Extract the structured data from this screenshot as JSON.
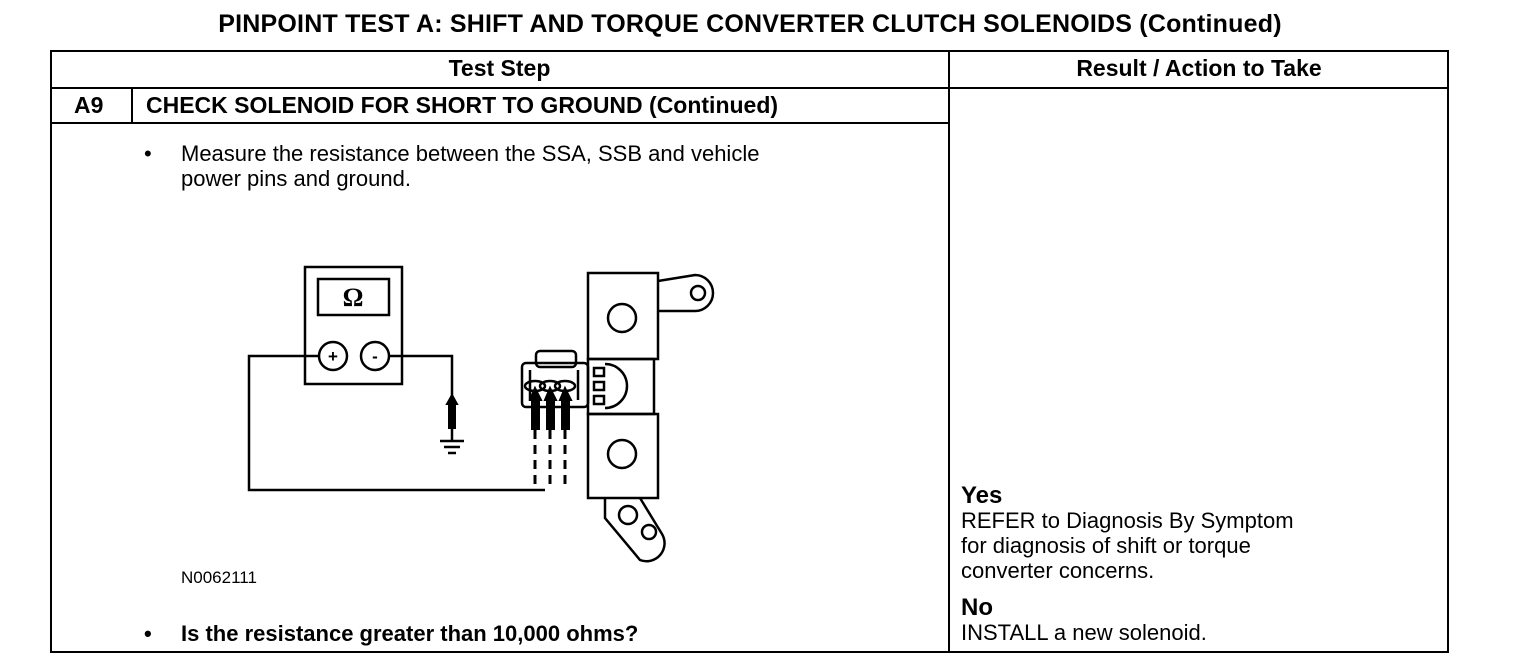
{
  "title": "PINPOINT TEST  A: SHIFT AND TORQUE CONVERTER CLUTCH SOLENOIDS (Continued)",
  "table": {
    "header_test_step": "Test Step",
    "header_result": "Result / Action to Take"
  },
  "step": {
    "id": "A9",
    "title": "CHECK SOLENOID FOR SHORT TO GROUND (Continued)",
    "bullet1_line1": "Measure the resistance between the SSA, SSB and vehicle",
    "bullet1_line2": "power pins and ground.",
    "bullet2": "Is the resistance greater than 10,000 ohms?",
    "bullet_char": "•"
  },
  "figure": {
    "id": "N0062111",
    "meter_symbol": "Ω",
    "plus": "+",
    "minus": "-"
  },
  "results": {
    "yes_label": "Yes",
    "yes_line1": "REFER to Diagnosis By Symptom",
    "yes_line2": "for diagnosis of shift or torque",
    "yes_line3": "converter concerns.",
    "no_label": "No",
    "no_line1": "INSTALL a new solenoid."
  }
}
